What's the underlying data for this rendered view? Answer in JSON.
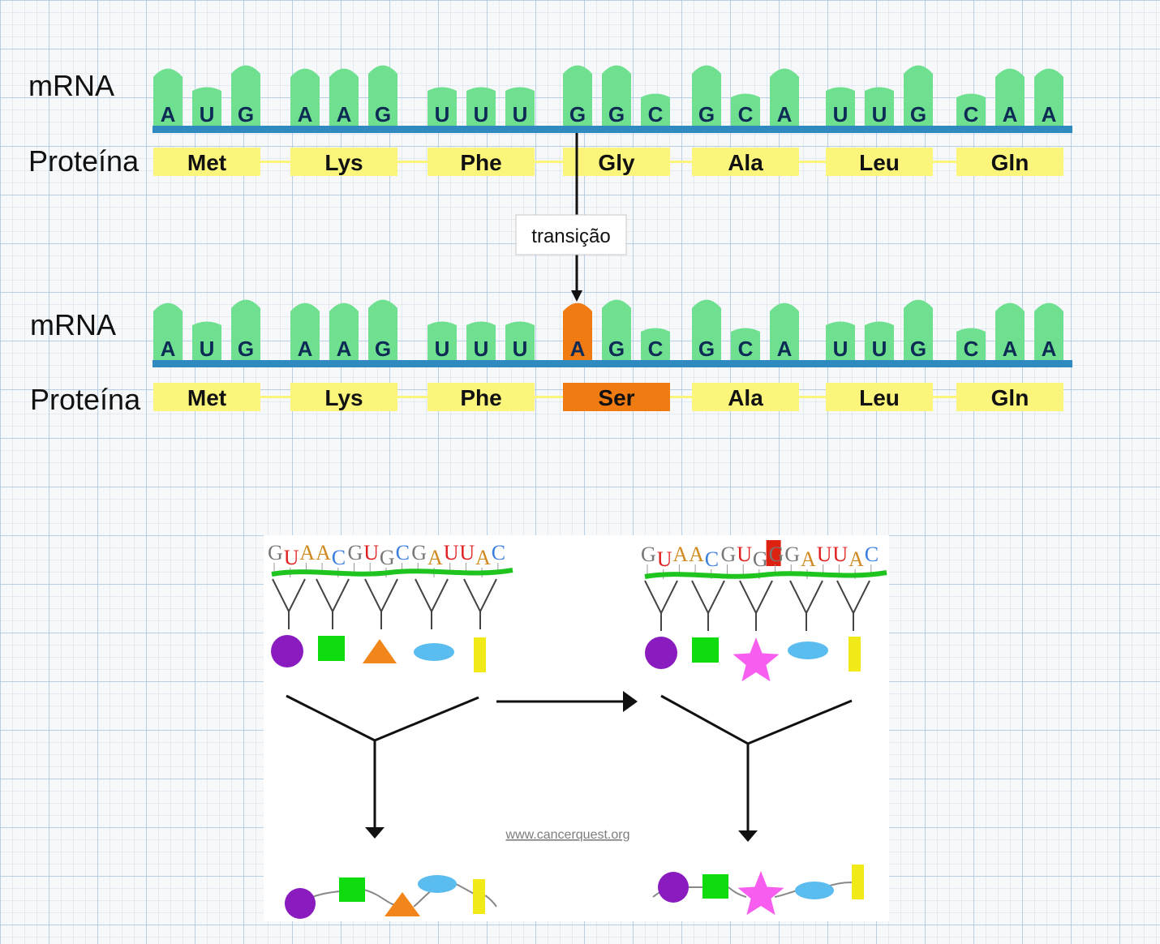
{
  "colors": {
    "peak": "#6fe08f",
    "peak_mutant": "#f07b12",
    "strand": "#2f8bbf",
    "aa_box": "#fbf57b",
    "aa_box_mutant": "#f07b12",
    "seq": {
      "G": "#777777",
      "U": "#e02020",
      "A": "#d08a20",
      "C": "#3a7fe0"
    }
  },
  "top": {
    "mrna_label": "mRNA",
    "protein_label": "Proteína",
    "bases": [
      "A",
      "U",
      "G",
      "A",
      "A",
      "G",
      "U",
      "U",
      "U",
      "G",
      "G",
      "C",
      "G",
      "C",
      "A",
      "U",
      "U",
      "G",
      "C",
      "A",
      "A"
    ],
    "amino_acids": [
      "Met",
      "Lys",
      "Phe",
      "Gly",
      "Ala",
      "Leu",
      "Gln"
    ]
  },
  "mutation_label": "transição",
  "bottom": {
    "mrna_label": "mRNA",
    "protein_label": "Proteína",
    "bases": [
      "A",
      "U",
      "G",
      "A",
      "A",
      "G",
      "U",
      "U",
      "U",
      "A",
      "G",
      "C",
      "G",
      "C",
      "A",
      "U",
      "U",
      "G",
      "C",
      "A",
      "A"
    ],
    "mutant_base_index": 9,
    "amino_acids": [
      "Met",
      "Lys",
      "Phe",
      "Ser",
      "Ala",
      "Leu",
      "Gln"
    ],
    "mutant_aa_index": 3
  },
  "figure": {
    "left_sequence": "GUAACGUGCGAUUAC",
    "right_sequence": "GUAACGUGGGAUUAC",
    "mutated_letter_index": 8,
    "watermark": "www.cancerquest.org"
  }
}
